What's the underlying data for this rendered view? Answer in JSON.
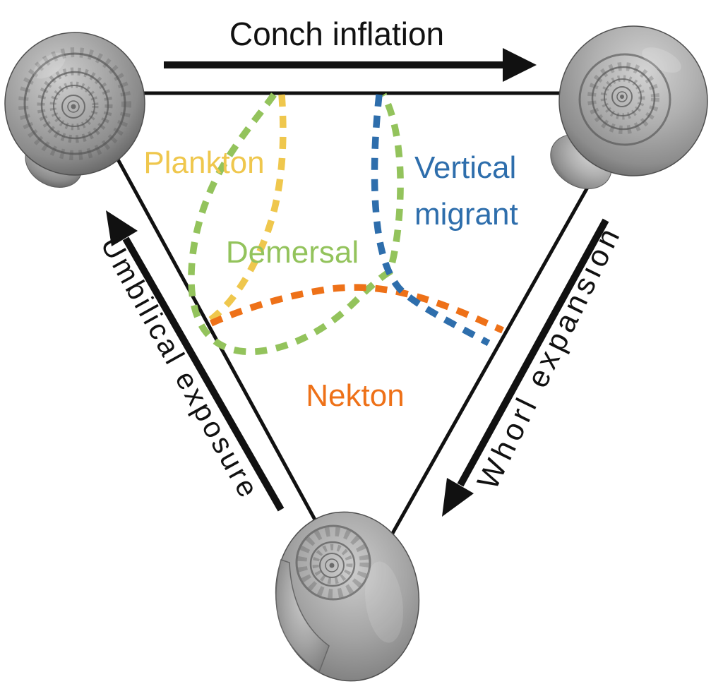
{
  "figure": {
    "background": "#ffffff",
    "line_color": "#111111",
    "axes": {
      "conch_inflation": {
        "label": "Conch inflation",
        "direction": "right"
      },
      "umbilical_exposure": {
        "label": "Umbilical exposure",
        "direction": "up-left"
      },
      "whorl_expansion": {
        "label": "Whorl expansion",
        "direction": "down-left"
      }
    },
    "regions": {
      "plankton": {
        "label": "Plankton",
        "color": "#EFC74D"
      },
      "demersal": {
        "label": "Demersal",
        "color": "#93C35C"
      },
      "vertical_migrant": {
        "line1": "Vertical",
        "line2": "migrant",
        "color": "#2E6EAC"
      },
      "nekton": {
        "label": "Nekton",
        "color": "#EE7118"
      }
    },
    "icons": {
      "top_left": "evolute-serpenticone-shell-icon",
      "top_right": "inflated-involute-shell-icon",
      "bottom": "expanded-whorl-shell-icon"
    },
    "shell_gray": "#8f8f8f"
  }
}
